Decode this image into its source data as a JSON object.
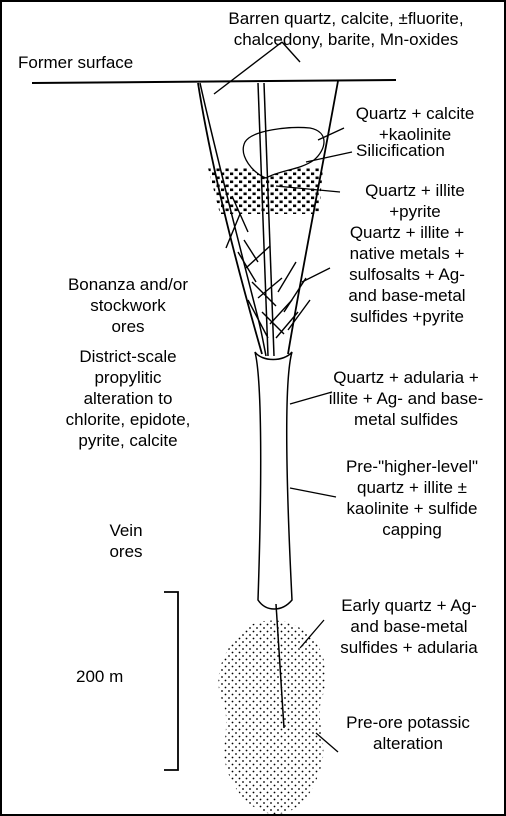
{
  "diagram": {
    "former_surface": "Former surface",
    "top_label": [
      "Barren quartz, calcite, ±fluorite,",
      "chalcedony, barite, Mn-oxides"
    ],
    "right_labels": [
      [
        "Quartz + calcite",
        "+kaolinite"
      ],
      [
        "Silicification"
      ],
      [
        "Quartz + illite",
        "+pyrite"
      ],
      [
        "Quartz + illite +",
        "native metals +",
        "sulfosalts + Ag-",
        "and base-metal",
        "sulfides +pyrite"
      ],
      [
        "Quartz + adularia +",
        "illite + Ag- and base-",
        "metal sulfides"
      ],
      [
        "Pre-\"higher-level\"",
        "quartz + illite ±",
        "kaolinite + sulfide",
        "capping"
      ],
      [
        "Early quartz + Ag-",
        "and base-metal",
        "sulfides + adularia"
      ],
      [
        "Pre-ore potassic",
        "alteration"
      ]
    ],
    "left_labels": [
      [
        "Bonanza and/or",
        "stockwork",
        "ores"
      ],
      [
        "District-scale",
        "propylitic",
        "alteration to",
        "chlorite, epidote,",
        "pyrite, calcite"
      ],
      [
        "Vein",
        "ores"
      ]
    ],
    "scale_label": "200 m"
  }
}
